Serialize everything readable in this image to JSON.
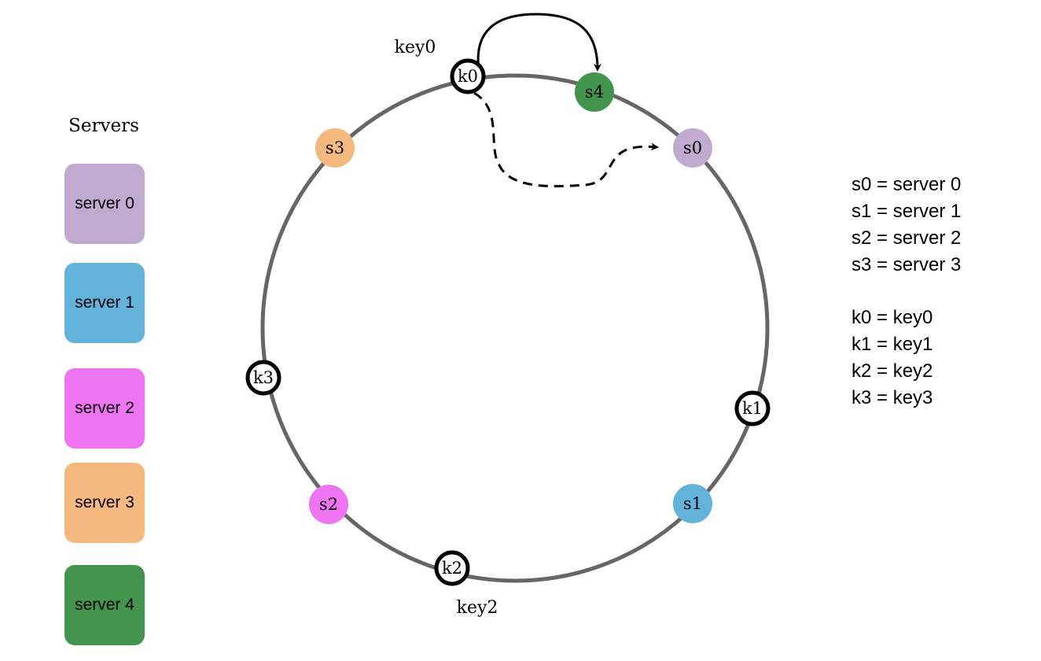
{
  "servers_panel": {
    "title": "Servers",
    "boxes": [
      {
        "label": "server 0",
        "color": "#C0AACF"
      },
      {
        "label": "server 1",
        "color": "#62B3D9"
      },
      {
        "label": "server 2",
        "color": "#EE74F2"
      },
      {
        "label": "server 3",
        "color": "#F5B87E"
      },
      {
        "label": "server 4",
        "color": "#43954E"
      }
    ]
  },
  "ring": {
    "servers": [
      {
        "label": "s0",
        "color": "#C0AACF"
      },
      {
        "label": "s1",
        "color": "#62B3D9"
      },
      {
        "label": "s2",
        "color": "#EE74F2"
      },
      {
        "label": "s3",
        "color": "#F5B87E"
      },
      {
        "label": "s4",
        "color": "#43954E"
      }
    ],
    "keys": [
      {
        "label": "k0"
      },
      {
        "label": "k1"
      },
      {
        "label": "k2"
      },
      {
        "label": "k3"
      }
    ],
    "key_labels": [
      "key0",
      "key2"
    ]
  },
  "legend": {
    "servers": [
      "s0 = server 0",
      "s1 = server 1",
      "s2 = server 2",
      "s3 = server 3"
    ],
    "keys": [
      "k0 = key0",
      "k1 = key1",
      "k2 = key2",
      "k3 = key3"
    ]
  }
}
